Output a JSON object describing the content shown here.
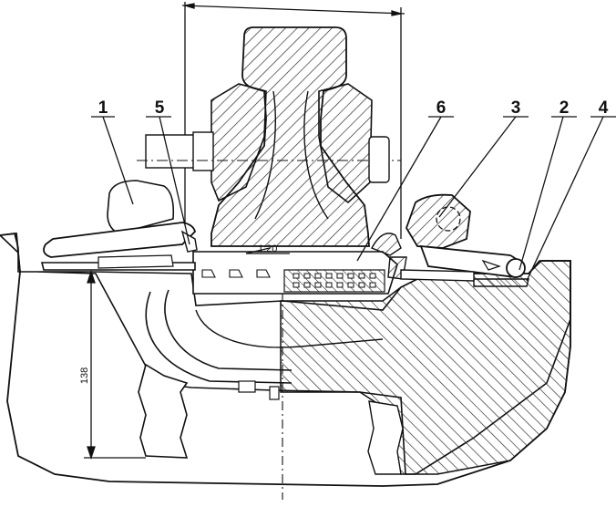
{
  "figure": {
    "callouts": [
      {
        "id": "c1",
        "label": "1"
      },
      {
        "id": "c5",
        "label": "5"
      },
      {
        "id": "c6",
        "label": "6"
      },
      {
        "id": "c3",
        "label": "3"
      },
      {
        "id": "c2",
        "label": "2"
      },
      {
        "id": "c4",
        "label": "4"
      }
    ],
    "slope_label": "1:20",
    "height_dimension": "138",
    "colors": {
      "stroke": "#111111",
      "background": "#ffffff"
    }
  }
}
